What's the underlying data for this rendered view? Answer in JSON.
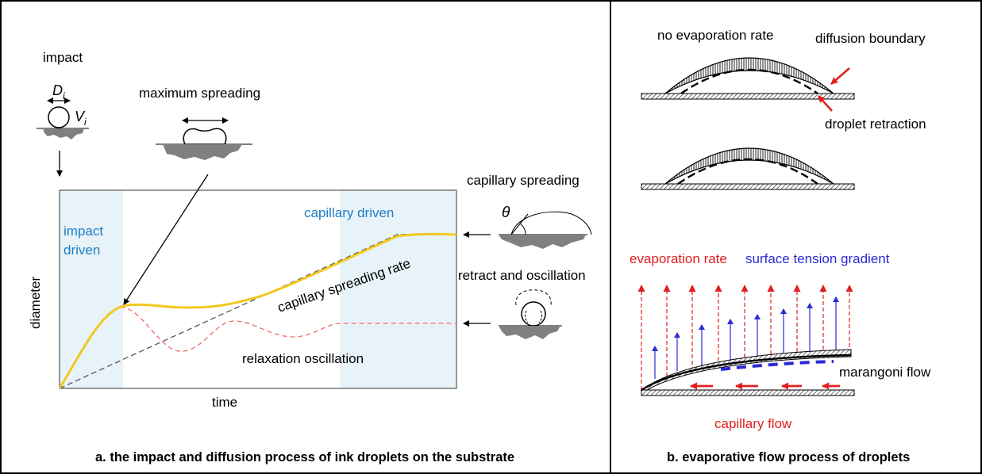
{
  "panel_a": {
    "caption": "a. the impact and diffusion process of ink droplets on the substrate",
    "impact": "impact",
    "d_letter": "D",
    "v_letter": "V",
    "sub_i": "i",
    "maximum_spreading": "maximum spreading",
    "capillary_spreading": "capillary spreading",
    "theta": "θ",
    "retract_and_oscillation": "retract and oscillation",
    "impact_driven_1": "impact",
    "impact_driven_2": "driven",
    "capillary_driven": "capillary driven",
    "capillary_spreading_rate": "capillary spreading rate",
    "relaxation_oscillation": "relaxation oscillation",
    "ylabel": "diameter",
    "xlabel": "time"
  },
  "panel_b": {
    "caption": "b. evaporative flow process of droplets",
    "no_evaporation_rate": "no evaporation rate",
    "diffusion_boundary": "diffusion boundary",
    "droplet_retraction": "droplet retraction",
    "evaporation_rate": "evaporation rate",
    "surface_tension_gradient": "surface tension gradient",
    "marangoni_flow": "marangoni flow",
    "capillary_flow": "capillary flow"
  },
  "colors": {
    "frame": "#000000",
    "blue_text": "#1f7dc4",
    "zone_fill": "#e7f3f8",
    "yellow": "#f2c81e",
    "red_dash": "#f06b6b",
    "red": "#e01f1f",
    "blue": "#2a2ad6",
    "substrate": "#808080"
  }
}
